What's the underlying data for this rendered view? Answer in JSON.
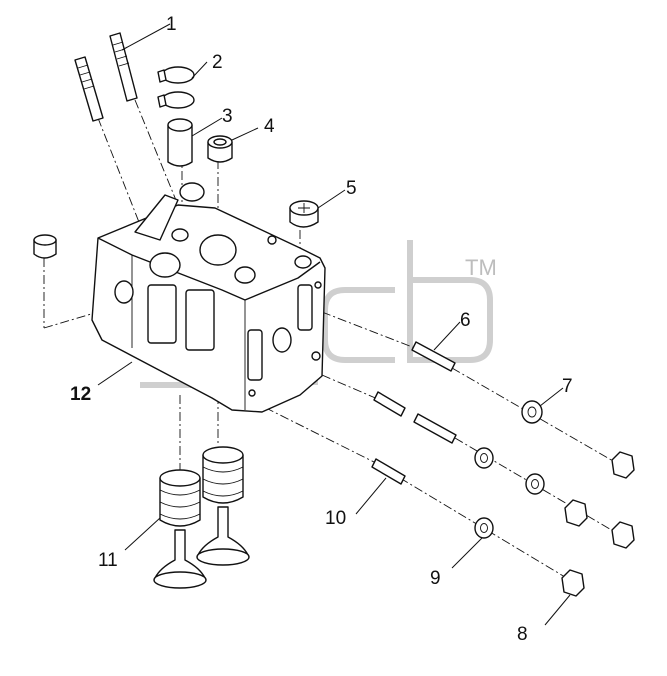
{
  "callouts": [
    {
      "id": "1",
      "label": "1"
    },
    {
      "id": "2",
      "label": "2"
    },
    {
      "id": "3",
      "label": "3"
    },
    {
      "id": "4",
      "label": "4"
    },
    {
      "id": "5",
      "label": "5"
    },
    {
      "id": "6",
      "label": "6"
    },
    {
      "id": "7",
      "label": "7"
    },
    {
      "id": "8",
      "label": "8"
    },
    {
      "id": "9",
      "label": "9"
    },
    {
      "id": "10",
      "label": "10"
    },
    {
      "id": "11",
      "label": "11"
    },
    {
      "id": "12",
      "label": "12"
    }
  ],
  "watermark": {
    "trademark": "TM"
  }
}
